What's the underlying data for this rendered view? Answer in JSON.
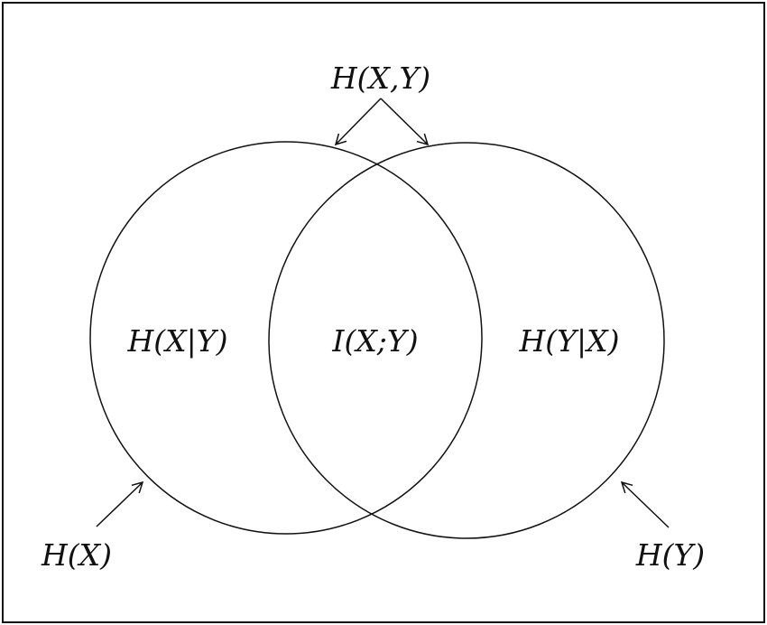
{
  "diagram": {
    "labels": {
      "joint_entropy": "H(X,Y)",
      "conditional_x_given_y": "H(X|Y)",
      "mutual_information": "I(X;Y)",
      "conditional_y_given_x": "H(Y|X)",
      "entropy_x": "H(X)",
      "entropy_y": "H(Y)"
    },
    "colors": {
      "stroke": "#111111",
      "background": "#ffffff"
    }
  }
}
